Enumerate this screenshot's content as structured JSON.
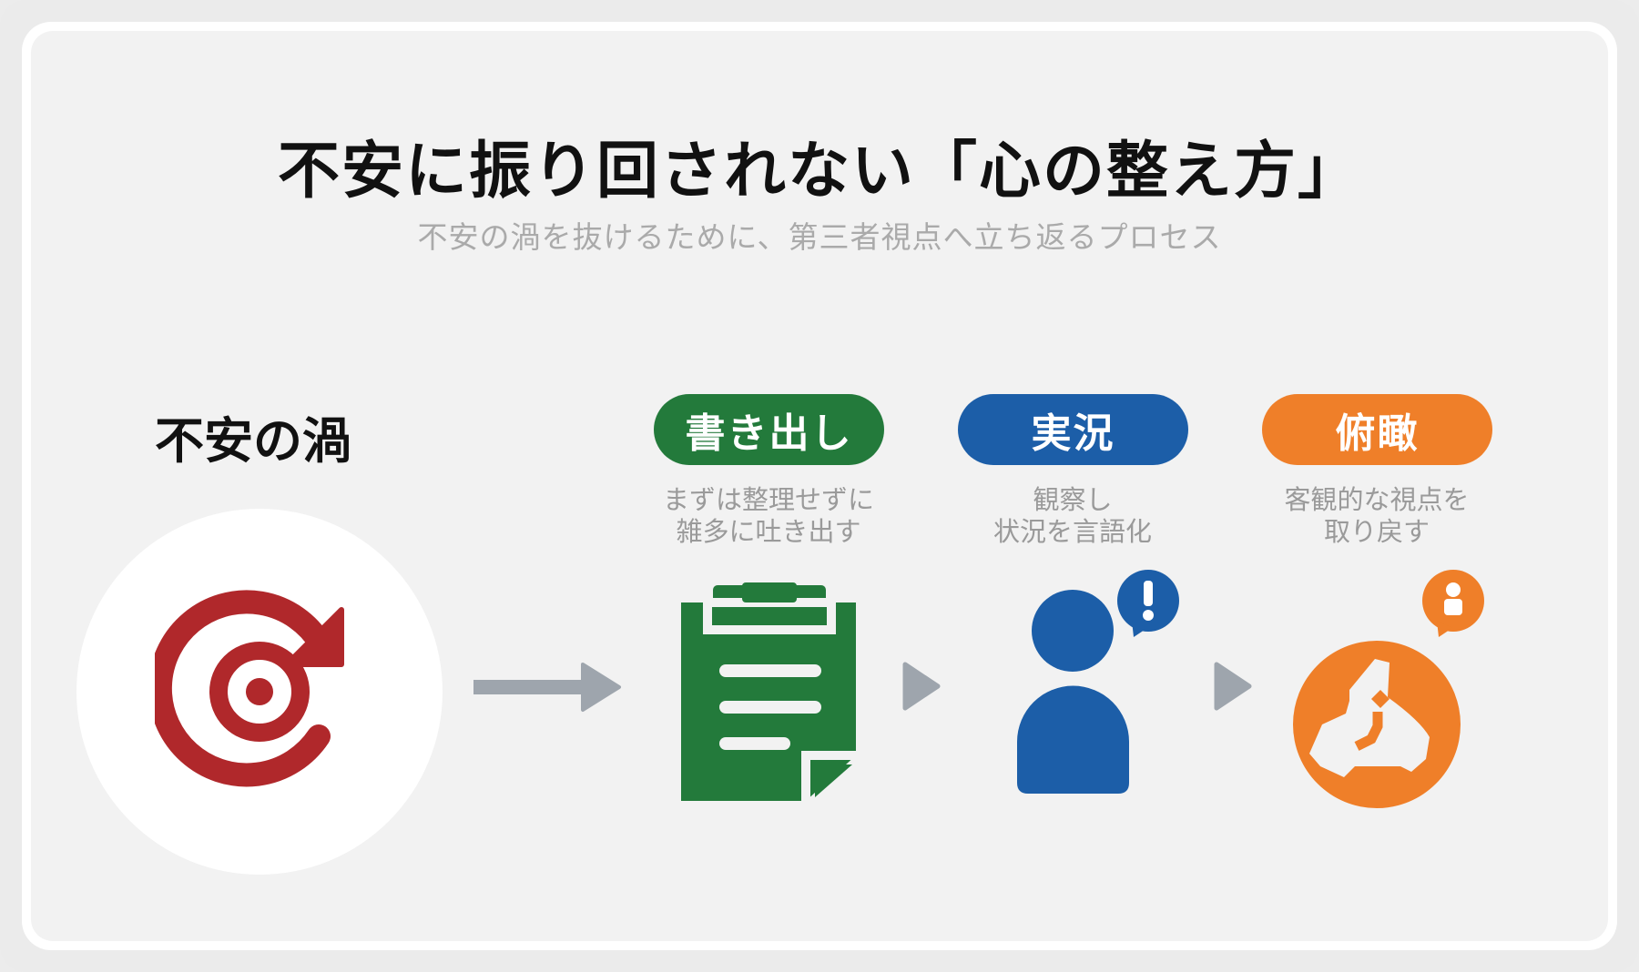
{
  "header": {
    "title": "不安に振り回されない「心の整え方」",
    "subtitle": "不安の渦を抜けるために、第三者視点へ立ち返るプロセス"
  },
  "start": {
    "label": "不安の渦",
    "icon": "vortex-target-icon"
  },
  "steps": [
    {
      "label": "書き出し",
      "desc1": "まずは整理せずに",
      "desc2": "雑多に吐き出す",
      "icon": "clipboard-icon",
      "color": "#237a3b"
    },
    {
      "label": "実況",
      "desc1": "観察し",
      "desc2": "状況を言語化",
      "icon": "person-exclamation-icon",
      "color": "#1c5ea8"
    },
    {
      "label": "俯瞰",
      "desc1": "客観的な視点を",
      "desc2": "取り戻す",
      "icon": "globe-map-icon",
      "color": "#ef7f29"
    }
  ],
  "colors": {
    "vortex": "#b0282b",
    "arrow": "#9ea5ad"
  }
}
